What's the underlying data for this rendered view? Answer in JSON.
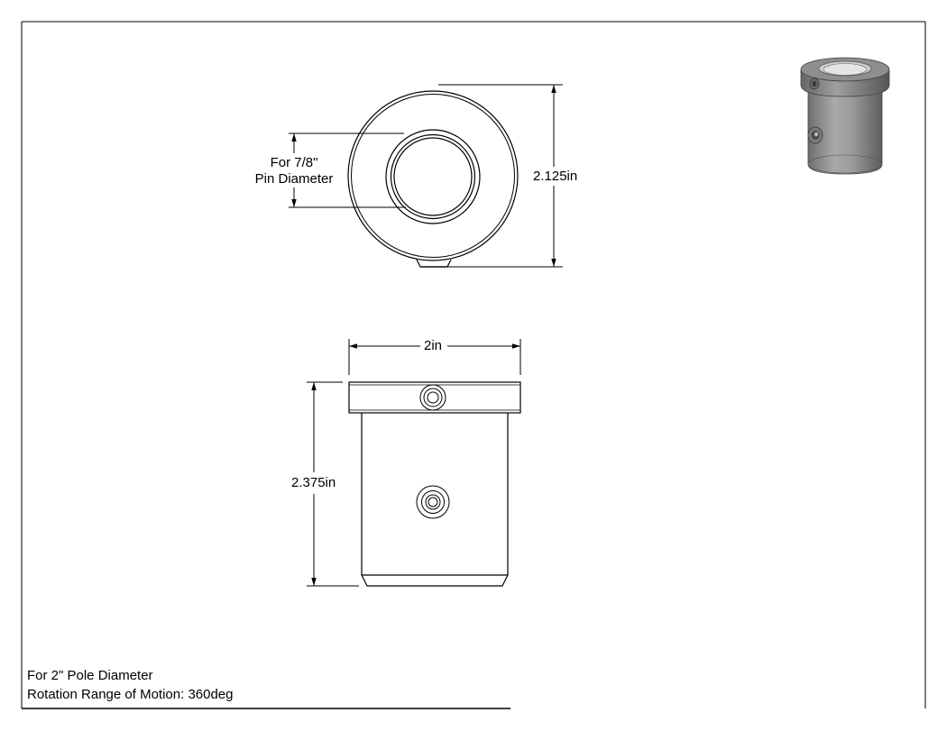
{
  "dimensions": {
    "pin_line1": "For 7/8\"",
    "pin_line2": "Pin Diameter",
    "outer_diameter": "2.125in",
    "width": "2in",
    "height": "2.375in"
  },
  "notes": {
    "line1": "For 2\" Pole Diameter",
    "line2": "Rotation Range of Motion: 360deg"
  },
  "colors": {
    "line": "#000000",
    "iso_body": "#8c8c8c",
    "iso_dark": "#5a5a5a",
    "iso_light": "#b9b9b9"
  }
}
